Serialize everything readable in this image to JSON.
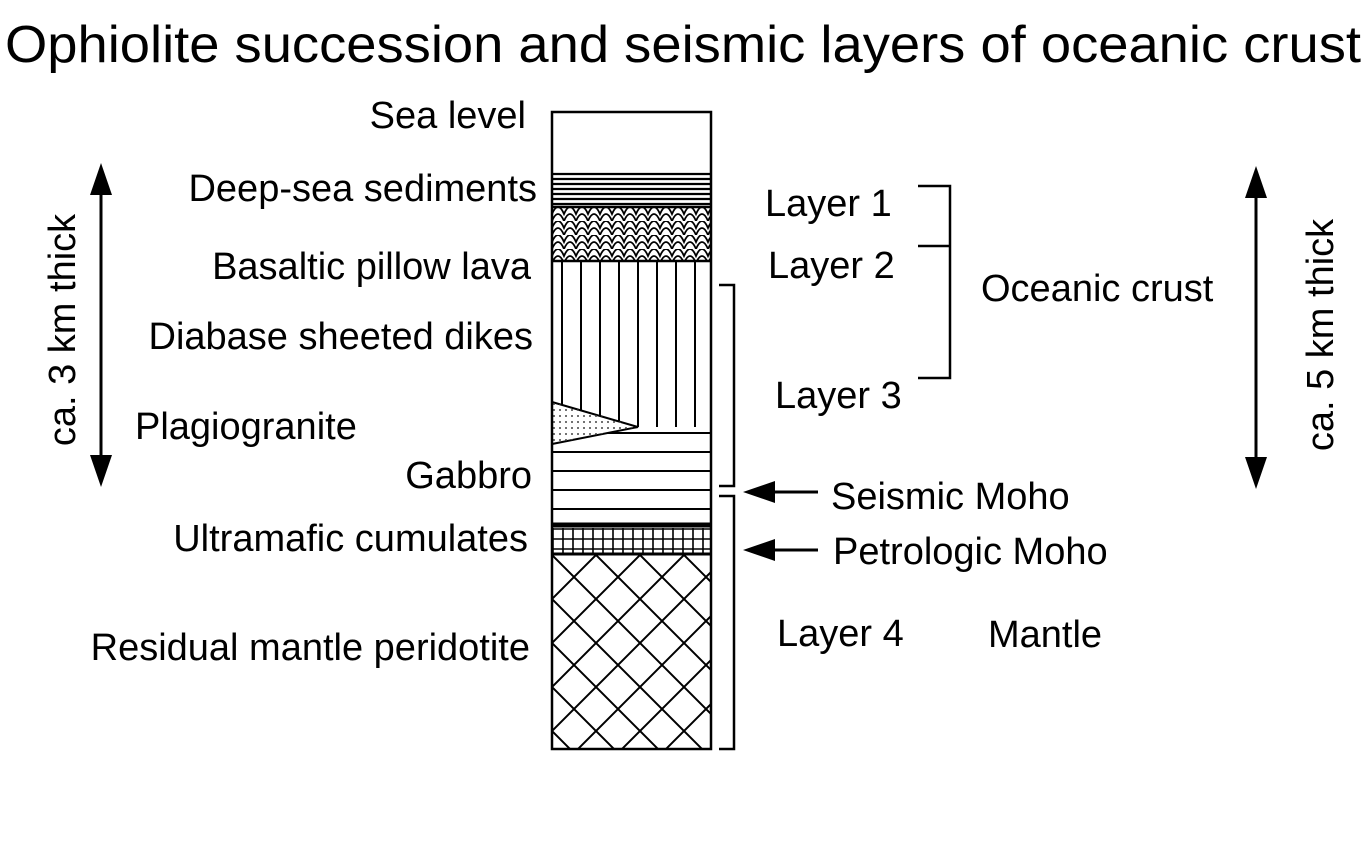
{
  "title": "Ophiolite succession and seismic layers of oceanic crust",
  "colors": {
    "ink": "#000000",
    "background": "#ffffff",
    "stipple": "#444444"
  },
  "column": {
    "top_label": "Sea level",
    "units": [
      {
        "label": "Deep-sea sediments",
        "pattern": "dense-horizontal-lines"
      },
      {
        "label": "Basaltic pillow lava",
        "pattern": "pillow-scales"
      },
      {
        "label": "Diabase sheeted dikes",
        "pattern": "vertical-lines"
      },
      {
        "label": "Plagiogranite",
        "pattern": "stippled-wedge"
      },
      {
        "label": "Gabbro",
        "pattern": "horizontal-lines"
      },
      {
        "label": "Ultramafic cumulates",
        "pattern": "small-grid"
      },
      {
        "label": "Residual mantle peridotite",
        "pattern": "diagonal-crosshatch"
      }
    ]
  },
  "left_scale": {
    "label": "ca. 3 km thick",
    "arrow": "double-headed vertical"
  },
  "right_scale": {
    "label": "ca. 5 km thick",
    "arrow": "double-headed vertical"
  },
  "seismic_layers": [
    "Layer 1",
    "Layer 2",
    "Layer 3",
    "Layer 4"
  ],
  "groups": {
    "crust": "Oceanic crust",
    "mantle": "Mantle"
  },
  "boundaries": {
    "seismic": "Seismic Moho",
    "petrologic": "Petrologic Moho"
  }
}
